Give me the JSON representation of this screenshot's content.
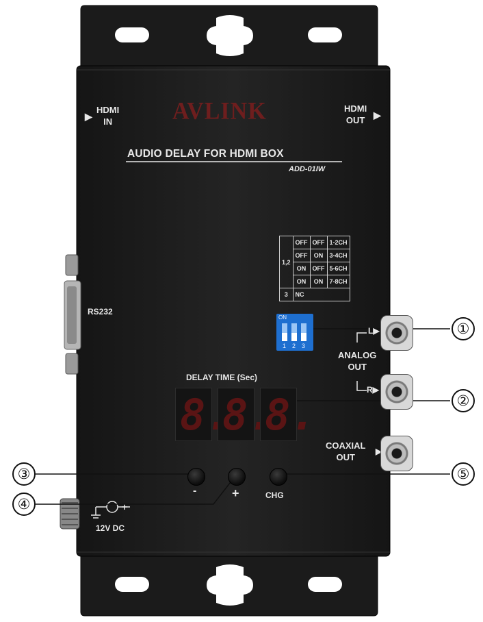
{
  "brand": {
    "logo_text": "AVLINK"
  },
  "device": {
    "title": "AUDIO DELAY FOR HDMI BOX",
    "model": "ADD-01IW"
  },
  "ports": {
    "hdmi_in": [
      "HDMI",
      "IN"
    ],
    "hdmi_out": [
      "HDMI",
      "OUT"
    ],
    "rs232": "RS232",
    "analog_out": [
      "ANALOG",
      "OUT"
    ],
    "analog_l": "L",
    "analog_r": "R",
    "coaxial_out": [
      "COAXIAL",
      "OUT"
    ],
    "power": "12V DC"
  },
  "dip_table": {
    "group_12": "1,2",
    "group_3": "3",
    "rows": [
      [
        "OFF",
        "OFF",
        "1-2CH"
      ],
      [
        "OFF",
        "ON",
        "3-4CH"
      ],
      [
        "ON",
        "OFF",
        "5-6CH"
      ],
      [
        "ON",
        "ON",
        "7-8CH"
      ]
    ],
    "row_nc": "NC"
  },
  "dip_switch": {
    "on_label": "ON",
    "numbers": [
      "1",
      "2",
      "3"
    ],
    "color": "#1e6fd0"
  },
  "display": {
    "label": "DELAY TIME (Sec)",
    "digits": [
      "8.",
      "8.",
      "8."
    ],
    "segment_color": "#5a1414"
  },
  "buttons": {
    "minus": "-",
    "plus": "+",
    "chg": "CHG"
  },
  "callouts": [
    "①",
    "②",
    "③",
    "④",
    "⑤"
  ],
  "colors": {
    "body": "#1d1d1d",
    "logo": "#6e1e1e",
    "text": "#e8e8e8"
  }
}
